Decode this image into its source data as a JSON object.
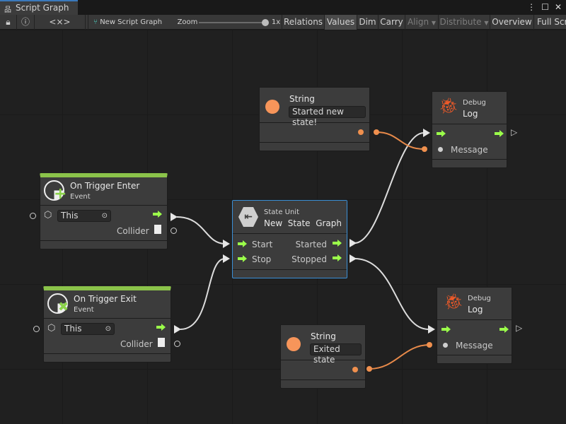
{
  "window": {
    "tab_title": "Script Graph",
    "menu_icon": "kebab-icon",
    "maximize_icon": "maximize-icon",
    "close_icon": "close-icon"
  },
  "toolbar": {
    "lock_icon": "lock-icon",
    "info_icon": "info-icon",
    "embed_icon": "<×>",
    "graph_name": "New Script Graph",
    "zoom_label": "Zoom",
    "zoom_value": "1x",
    "zoom_level": 1.0,
    "buttons": [
      "Relations",
      "Values",
      "Dim",
      "Carry",
      "Align",
      "Distribute",
      "Overview",
      "Full Screen"
    ]
  },
  "nodes": {
    "string1": {
      "title": "String",
      "value": "Started new state!"
    },
    "string2": {
      "title": "String",
      "value": "Exited state"
    },
    "debug1": {
      "category": "Debug",
      "title": "Log",
      "port": "Message"
    },
    "debug2": {
      "category": "Debug",
      "title": "Log",
      "port": "Message"
    },
    "enter": {
      "title": "On Trigger Enter",
      "subtitle": "Event",
      "target": "This",
      "output": "Collider",
      "accent": "#8bc34a"
    },
    "exit": {
      "title": "On Trigger Exit",
      "subtitle": "Event",
      "target": "This",
      "output": "Collider",
      "accent": "#8bc34a"
    },
    "state": {
      "category": "State Unit",
      "title": "New  State  Graph",
      "in1": "Start",
      "in2": "Stop",
      "out1": "Started",
      "out2": "Stopped",
      "border": "#3a8fd6"
    }
  },
  "colors": {
    "control_port": "#9bff4a",
    "string_port": "#f0904e",
    "background": "#202020"
  }
}
